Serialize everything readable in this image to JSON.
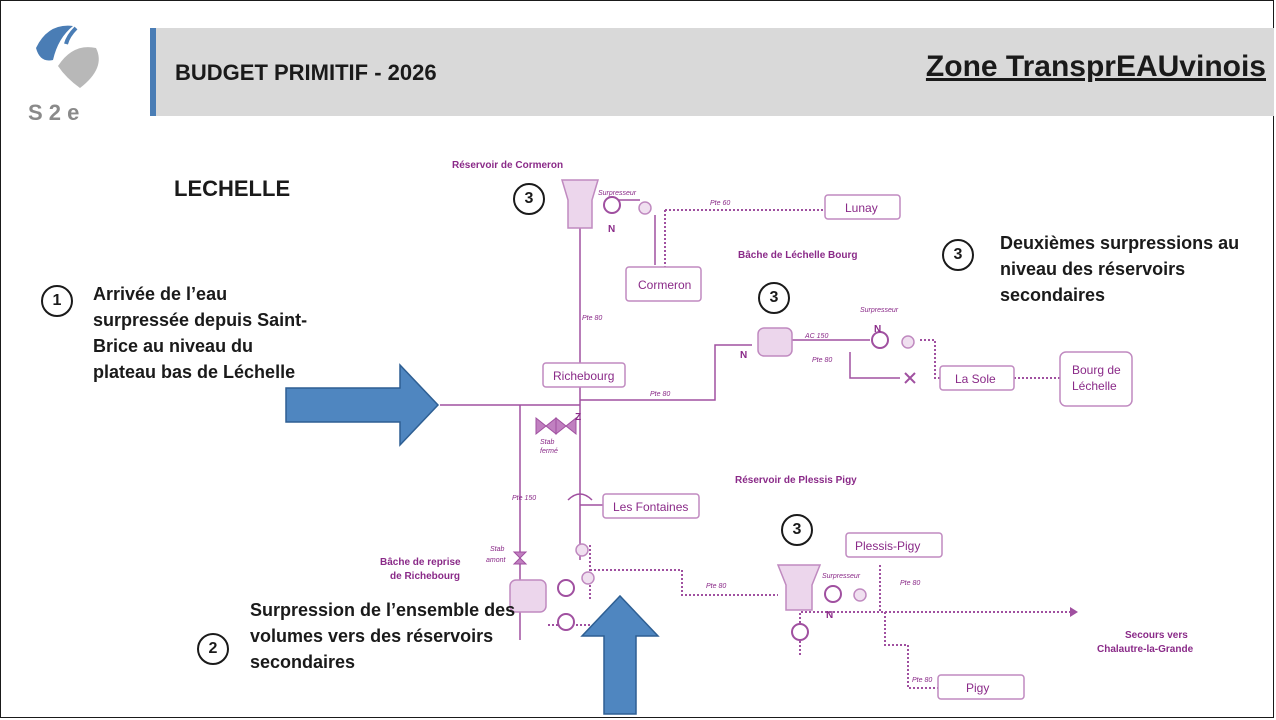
{
  "header": {
    "budget_title": "BUDGET PRIMITIF - 2026",
    "zone_title": "Zone TransprEAUvinois",
    "logo_text": "S 2 e"
  },
  "commune": "LECHELLE",
  "annotations": [
    {
      "number": "1",
      "text": "Arrivée de l’eau surpressée depuis Saint-Brice au niveau du plateau bas de Léchelle"
    },
    {
      "number": "2",
      "text": "Surpression de l’ensemble des volumes vers des réservoirs secondaires"
    },
    {
      "number": "3",
      "text": "Deuxièmes surpressions au niveau des réservoirs secondaires"
    }
  ],
  "diagram": {
    "reservoirs": {
      "cormeron": "Réservoir de Cormeron",
      "plessis": "Réservoir de Plessis Pigy",
      "bache_bourg": "Bâche de Léchelle Bourg",
      "bache_reprise_1": "Bâche de reprise",
      "bache_reprise_2": "de Richebourg"
    },
    "boxes": {
      "lunay": "Lunay",
      "cormeron": "Cormeron",
      "richebourg": "Richebourg",
      "la_sole": "La Sole",
      "bourg_1": "Bourg de",
      "bourg_2": "Léchelle",
      "fontaines": "Les Fontaines",
      "plessis": "Plessis-Pigy",
      "pigy": "Pigy"
    },
    "secours_1": "Secours vers",
    "secours_2": "Chalautre-la-Grande",
    "surpresseur": "Surpresseur",
    "stab_ferme_1": "Stab",
    "stab_ferme_2": "fermé",
    "stab_amont_1": "Stab",
    "stab_amont_2": "amont",
    "pipe_pte60": "Pte 60",
    "pipe_pte80": "Pte 80",
    "pipe_pte150": "Pte 150",
    "pipe_ac150": "AC 150",
    "north": "N"
  },
  "colors": {
    "arrow": "#4f86c0",
    "pipe": "#a050a0",
    "label": "#8a2a88",
    "header": "#d9d9d9",
    "accent": "#4a7db5"
  }
}
